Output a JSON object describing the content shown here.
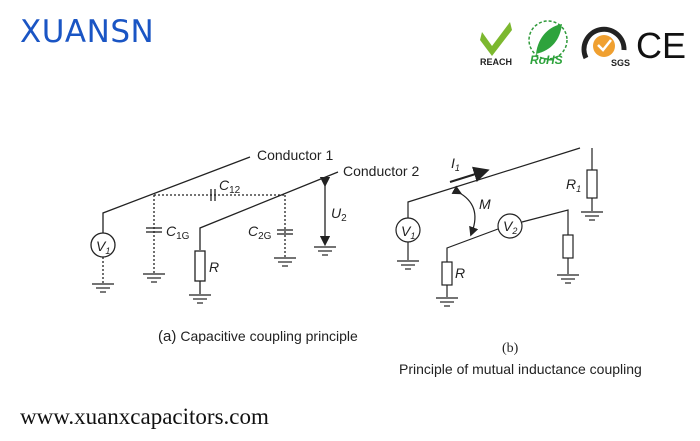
{
  "header": {
    "brand": "XUANSN",
    "logos": [
      "REACH",
      "RoHS",
      "SGS",
      "CE"
    ]
  },
  "diagram_a": {
    "conductor1": "Conductor 1",
    "conductor2": "Conductor 2",
    "v1": "V",
    "v1_sub": "1",
    "c12": "C",
    "c12_sub": "12",
    "c1g": "C",
    "c1g_sub": "1G",
    "c2g": "C",
    "c2g_sub": "2G",
    "u2": "U",
    "u2_sub": "2",
    "r": "R",
    "caption_tag": "(a)",
    "caption": "Capacitive coupling principle"
  },
  "diagram_b": {
    "i1": "I",
    "i1_sub": "1",
    "m": "M",
    "v1": "V",
    "v1_sub": "1",
    "v2": "V",
    "v2_sub": "2",
    "r1": "R",
    "r1_sub": "1",
    "r": "R",
    "caption_tag": "(b)",
    "caption": "Principle of mutual inductance coupling"
  },
  "footer": {
    "url": "www.xuanxcapacitors.com"
  }
}
